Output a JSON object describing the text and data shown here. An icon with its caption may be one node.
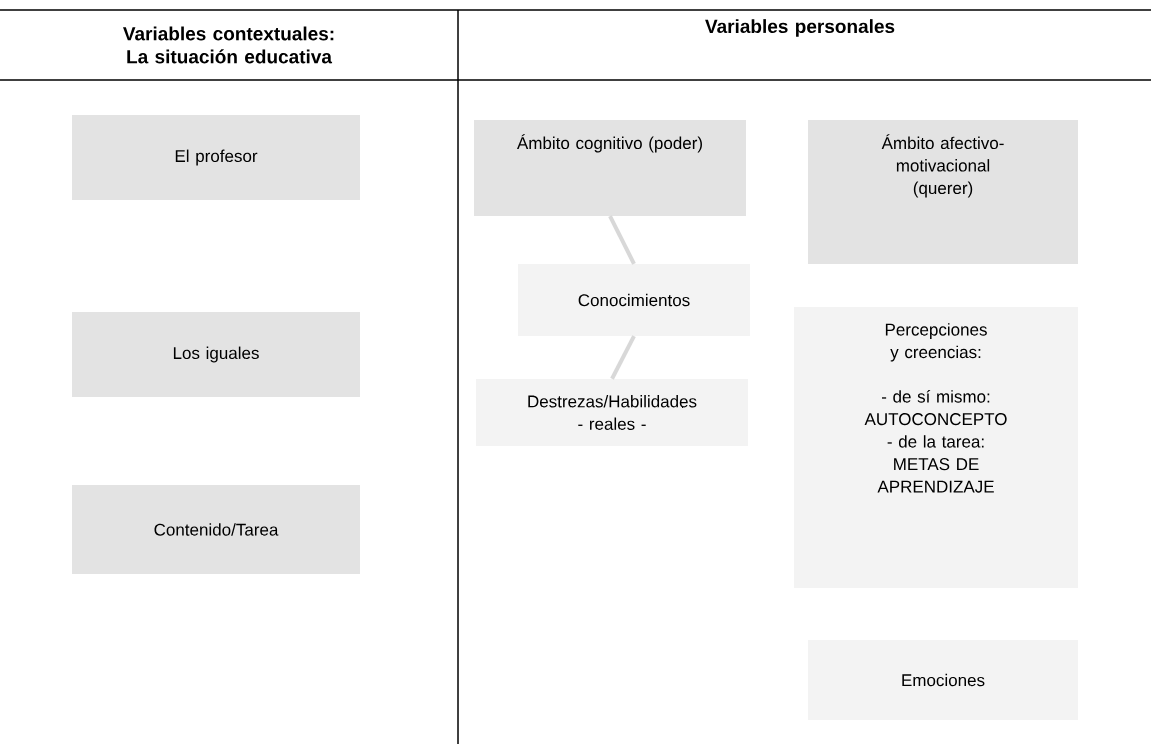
{
  "diagram": {
    "nodes": [
      {
        "text": [
          "El profesor"
        ]
      },
      {
        "text": [
          "Los iguales"
        ]
      },
      {
        "text": [
          "Contenido/Tarea"
        ]
      },
      {
        "text": [
          "Ámbito cognitivo (poder)"
        ]
      },
      {
        "text": [
          "Ámbito afectivo-motivacional (querer)"
        ]
      },
      {
        "text": [
          "Conocimientos"
        ]
      },
      {
        "text": [
          "Destrezas/Habilidades - reales -"
        ]
      },
      {
        "text": [
          "Percepciones y creencias:",
          "- de sí mismo: AUTOCONCEPTO - de la tarea: METAS DE APRENDIZAJE"
        ]
      },
      {
        "text": [
          "Emociones"
        ]
      }
    ],
    "edges": [
      {
        "from": 3,
        "to": 5,
        "arrow": "none"
      },
      {
        "from": 5,
        "to": 6,
        "arrow": "none"
      }
    ],
    "labels": [
      "Variables contextuales: La situación educativa",
      "Variables personales"
    ]
  }
}
